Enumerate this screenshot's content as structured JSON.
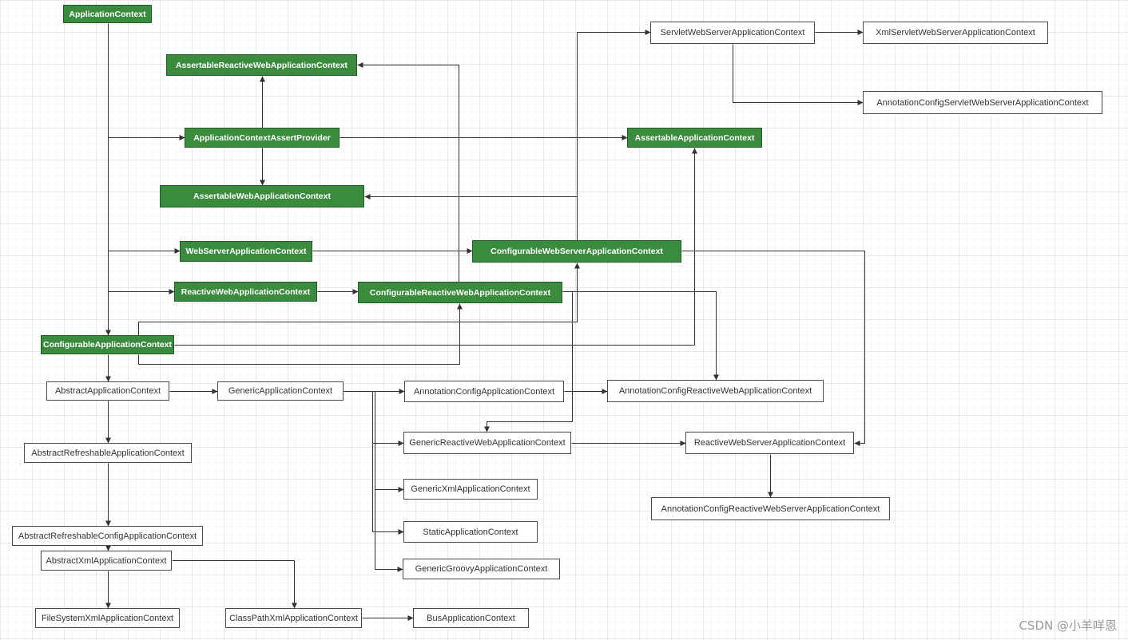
{
  "diagram": {
    "interfaces": {
      "application_context": "ApplicationContext",
      "assertable_reactive_web_application_context": "AssertableReactiveWebApplicationContext",
      "application_context_assert_provider": "ApplicationContextAssertProvider",
      "assertable_application_context": "AssertableApplicationContext",
      "assertable_web_application_context": "AssertableWebApplicationContext",
      "web_server_application_context": "WebServerApplicationContext",
      "configurable_web_server_application_context": "ConfigurableWebServerApplicationContext",
      "reactive_web_application_context": "ReactiveWebApplicationContext",
      "configurable_reactive_web_application_context": "ConfigurableReactiveWebApplicationContext",
      "configurable_application_context": "ConfigurableApplicationContext"
    },
    "classes": {
      "servlet_web_server_application_context": "ServletWebServerApplicationContext",
      "xml_servlet_web_server_application_context": "XmlServletWebServerApplicationContext",
      "annotation_config_servlet_web_server_application_context": "AnnotationConfigServletWebServerApplicationContext",
      "abstract_application_context": "AbstractApplicationContext",
      "generic_application_context": "GenericApplicationContext",
      "annotation_config_application_context": "AnnotationConfigApplicationContext",
      "annotation_config_reactive_web_application_context": "AnnotationConfigReactiveWebApplicationContext",
      "abstract_refreshable_application_context": "AbstractRefreshableApplicationContext",
      "generic_reactive_web_application_context": "GenericReactiveWebApplicationContext",
      "reactive_web_server_application_context": "ReactiveWebServerApplicationContext",
      "generic_xml_application_context": "GenericXmlApplicationContext",
      "annotation_config_reactive_web_server_application_context": "AnnotationConfigReactiveWebServerApplicationContext",
      "static_application_context": "StaticApplicationContext",
      "abstract_refreshable_config_application_context": "AbstractRefreshableConfigApplicationContext",
      "abstract_xml_application_context": "AbstractXmlApplicationContext",
      "generic_groovy_application_context": "GenericGroovyApplicationContext",
      "file_system_xml_application_context": "FileSystemXmlApplicationContext",
      "class_path_xml_application_context": "ClassPathXmlApplicationContext",
      "bus_application_context": "BusApplicationContext"
    }
  },
  "watermark": {
    "text": "CSDN @小羊咩恩"
  },
  "colors": {
    "interface_fill": "#3b8b3e",
    "interface_border": "#24592a",
    "interface_text": "#ffffff",
    "class_fill": "#ffffff",
    "class_border": "#4a4a4a",
    "class_text": "#333333",
    "edge": "#333333",
    "watermark": "#9a9a9a"
  }
}
